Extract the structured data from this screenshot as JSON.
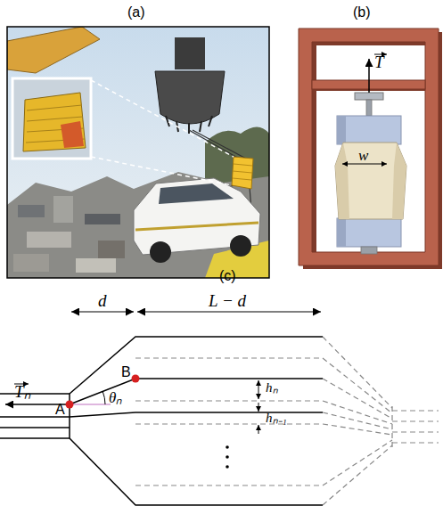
{
  "diagram": {
    "labels": [
      "(a)",
      "(b)",
      "(c)",
      "w",
      "T",
      "d",
      "L − d",
      "Tₙ",
      "A",
      "B",
      "θₙ",
      "hₙ",
      "hₙ₋₁"
    ]
  }
}
